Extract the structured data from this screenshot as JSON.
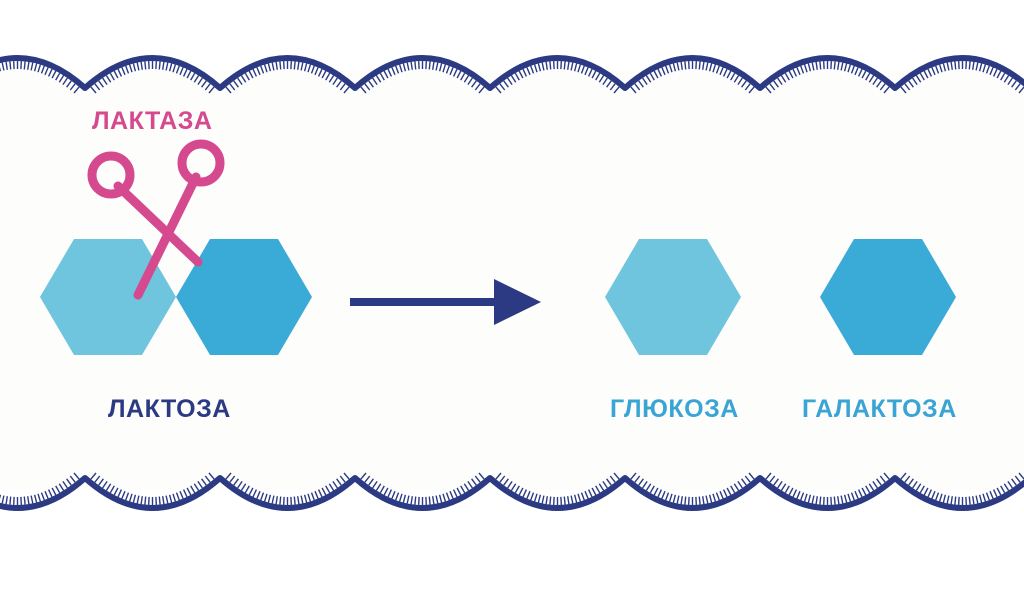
{
  "labels": {
    "enzyme": "ЛАКТАЗА",
    "substrate": "ЛАКТОЗА",
    "product_1": "ГЛЮКОЗА",
    "product_2": "ГАЛАКТОЗА"
  },
  "colors": {
    "background": "#ffffff",
    "panel": "#fdfdfb",
    "membrane": "#2b3a82",
    "enzyme": "#d54a8f",
    "hexagon_light": "#6ec5dd",
    "hexagon_dark": "#3aaad6",
    "substrate_text": "#2b3a82",
    "product_text": "#3aa4d4",
    "arrow": "#2b3a82"
  },
  "icons": {
    "enzyme": "scissors-icon",
    "reaction": "arrow-right-icon",
    "molecule": "hexagon-icon"
  }
}
